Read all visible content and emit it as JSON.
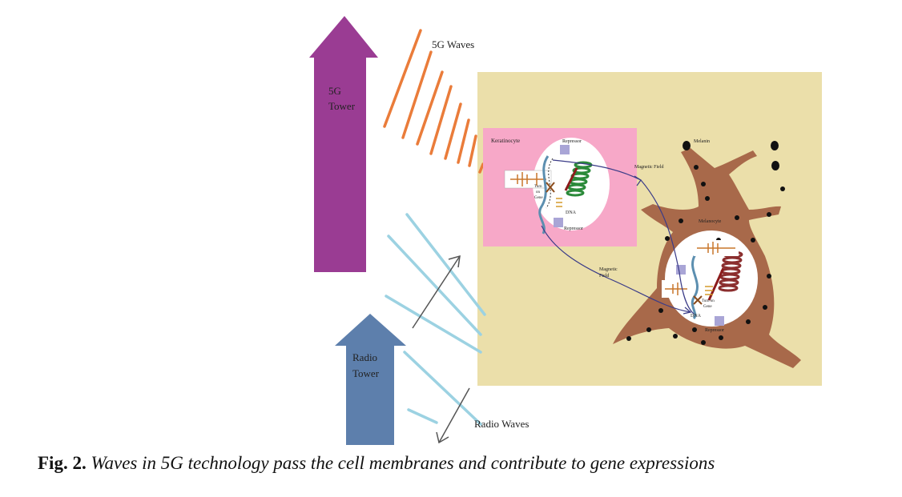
{
  "labels": {
    "tower_5g_line1": "5G",
    "tower_5g_line2": "Tower",
    "waves_5g": "5G Waves",
    "radio_line1": "Radio",
    "radio_line2": "Tower",
    "radio_waves": "Radio Waves",
    "keratinocyte": "Keratinocyte",
    "melanin": "Melanin",
    "melanocyte": "Melanocyte",
    "magnetic_field_top": "Magnetic Field",
    "magnetic_field_mid_1": "Magnetic",
    "magnetic_field_mid_2": "Field",
    "repressor_k_top": "Repressor",
    "repressor_k_bottom": "Repressor",
    "repressor_m": "Repressor",
    "turn_on_gene_k_1": "Turn",
    "turn_on_gene_k_2": "on",
    "turn_on_gene_k_3": "Gene",
    "turn_on_gene_m_1": "Turn on",
    "turn_on_gene_m_2": "Gene",
    "dna_k": "DNA",
    "dna_m": "DNA"
  },
  "caption": {
    "prefix": "Fig. 2.",
    "text": "Waves in 5G technology pass the cell membranes and contribute to gene expressions"
  },
  "colors": {
    "tower_5g": "#9a3c93",
    "radio_tower": "#5d7fac",
    "waves_5g": "#ea7c3a",
    "radio_waves": "#9cd2e2",
    "background_panel": "#ebdfaa",
    "keratinocyte": "#f7a8c8",
    "melanocyte": "#a8694a",
    "dna": "#2b8a3a",
    "field_line": "#3b3c88"
  }
}
